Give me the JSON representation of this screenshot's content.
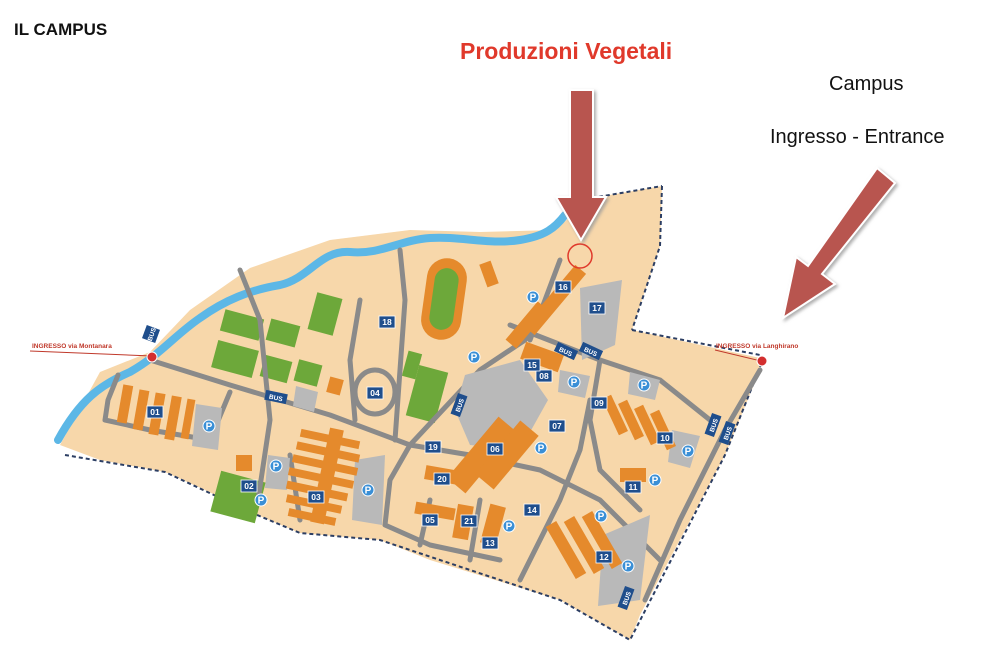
{
  "title": "IL CAMPUS",
  "highlight": {
    "label": "Produzioni Vegetali",
    "color": "#e0392b"
  },
  "entrance_callout": {
    "line1": "Campus",
    "line2": "Ingresso - Entrance"
  },
  "map": {
    "entrance_west": "INGRESSO via Montanara",
    "entrance_east": "INGRESSO via Langhirano",
    "bus_label": "BUS",
    "parking_label": "P",
    "buildings": [
      "01",
      "02",
      "03",
      "04",
      "05",
      "06",
      "07",
      "08",
      "09",
      "10",
      "11",
      "12",
      "13",
      "14",
      "15",
      "16",
      "17",
      "18",
      "19",
      "20",
      "21"
    ],
    "colors": {
      "campus": "#f7d7aa",
      "building": "#e58a2c",
      "road": "#8a8a8a",
      "river": "#5cb7e6",
      "field": "#6da83a",
      "label_bg": "#1f4e8c",
      "arrow": "#b85450"
    }
  }
}
